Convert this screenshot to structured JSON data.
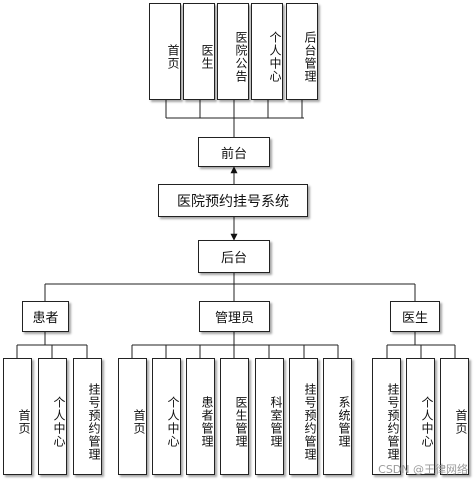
{
  "frontend": {
    "label": "前台",
    "modules": [
      "首页",
      "医生",
      "医院公告",
      "个人中心",
      "后台管理"
    ]
  },
  "system": {
    "label": "医院预约挂号系统"
  },
  "backend": {
    "label": "后台"
  },
  "roles": [
    {
      "label": "患者",
      "modules": [
        "首页",
        "个人中心",
        "挂号预约管理"
      ]
    },
    {
      "label": "管理员",
      "modules": [
        "首页",
        "个人中心",
        "患者管理",
        "医生管理",
        "科室管理",
        "挂号预约管理",
        "系统管理"
      ]
    },
    {
      "label": "医生",
      "modules": [
        "挂号预约管理",
        "个人中心",
        "首页"
      ]
    }
  ],
  "watermark": "CSDN @王律网络"
}
